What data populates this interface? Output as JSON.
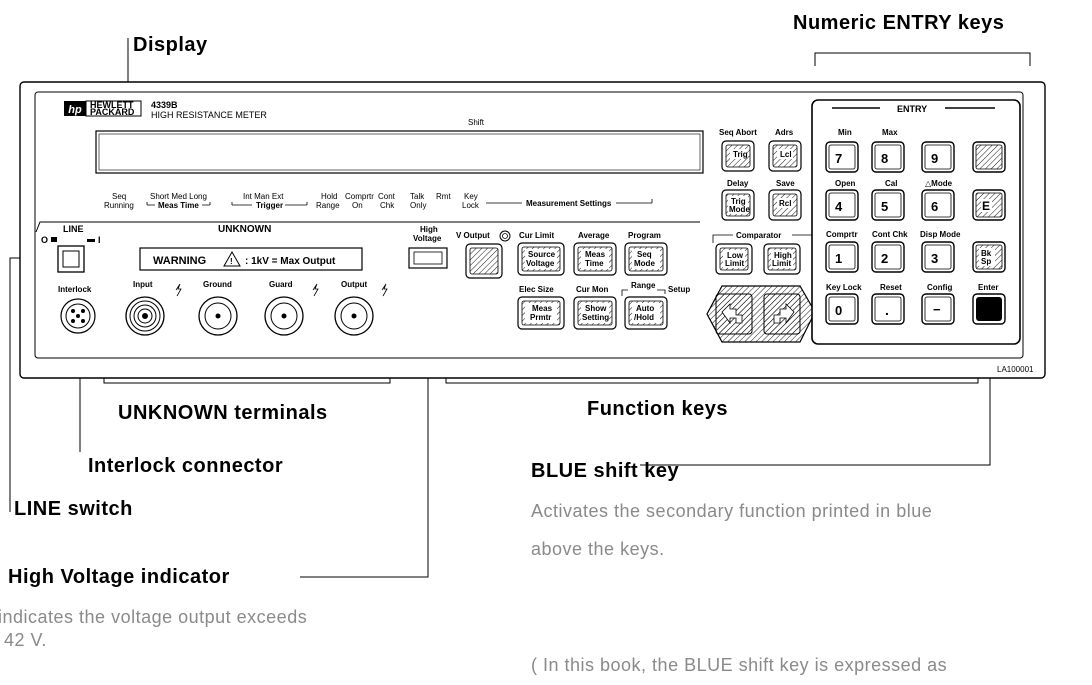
{
  "callouts": {
    "display": "Display",
    "numeric_entry": "Numeric ENTRY keys",
    "unknown_terminals": "UNKNOWN terminals",
    "function_keys": "Function keys",
    "interlock": "Interlock connector",
    "line_switch": "LINE switch",
    "blue_shift": "BLUE shift key",
    "blue_shift_desc1": "Activates the secondary function printed in blue",
    "blue_shift_desc2": "above the keys.",
    "hv_indicator": "High Voltage indicator",
    "hv_desc1": "indicates the voltage output exceeds",
    "hv_desc2": "42 V.",
    "footnote": "( In this book, the BLUE shift key is expressed as"
  },
  "panel": {
    "logo": "hp",
    "brand_line1": "HEWLETT",
    "brand_line2": "PACKARD",
    "model": "4339B",
    "model_name": "HIGH RESISTANCE METER",
    "shift": "Shift",
    "ann_seq": "Seq",
    "ann_running": "Running",
    "ann_smlong": "Short Med Long",
    "ann_meastime": "Meas Time",
    "ann_intmanext": "Int  Man Ext",
    "ann_trigger": "Trigger",
    "ann_hold": "Hold",
    "ann_range": "Range",
    "ann_comprtr": "Comprtr",
    "ann_on": "On",
    "ann_cont": "Cont",
    "ann_chk": "Chk",
    "ann_talk": "Talk",
    "ann_only": "Only",
    "ann_rmt": "Rmt",
    "ann_key": "Key",
    "ann_lock": "Lock",
    "ann_meas_settings": "Measurement Settings",
    "line": "LINE",
    "line_o": "O",
    "line_i": "I",
    "unknown": "UNKNOWN",
    "warning": "WARNING",
    "warning_text": ": 1kV = Max Output",
    "interlock": "Interlock",
    "input": "Input",
    "ground": "Ground",
    "guard": "Guard",
    "output": "Output",
    "high_voltage1": "High",
    "high_voltage2": "Voltage",
    "v_output": "V Output",
    "seq_abort": "Seq Abort",
    "adrs": "Adrs",
    "trig": "Trig",
    "lcl": "Lcl",
    "delay": "Delay",
    "save": "Save",
    "trig_mode1": "Trig",
    "trig_mode2": "Mode",
    "rcl": "Rcl",
    "cur_limit": "Cur Limit",
    "average": "Average",
    "program": "Program",
    "source1": "Source",
    "source2": "Voltage",
    "meas_time1": "Meas",
    "meas_time2": "Time",
    "seq_mode1": "Seq",
    "seq_mode2": "Mode",
    "comparator": "Comparator",
    "low1": "Low",
    "low2": "Limit",
    "high1": "High",
    "high2": "Limit",
    "elec_size": "Elec Size",
    "cur_mon": "Cur Mon",
    "range": "Range",
    "setup": "Setup",
    "meas_prmtr1": "Meas",
    "meas_prmtr2": "Prmtr",
    "show1": "Show",
    "show2": "Setting",
    "auto1": "Auto",
    "auto2": "/Hold",
    "entry": "ENTRY",
    "min": "Min",
    "max": "Max",
    "k7": "7",
    "k8": "8",
    "k9": "9",
    "open": "Open",
    "cal": "Cal",
    "dmode": "△Mode",
    "k4": "4",
    "k5": "5",
    "k6": "6",
    "ke": "E",
    "comprtr": "Comprtr",
    "cont_chk": "Cont Chk",
    "disp_mode": "Disp Mode",
    "k1": "1",
    "k2": "2",
    "k3": "3",
    "bksp1": "Bk",
    "bksp2": "Sp",
    "key_lock": "Key Lock",
    "reset": "Reset",
    "config": "Config",
    "enter": "Enter",
    "k0": "0",
    "kdot": ".",
    "kminus": "−",
    "la_code": "LA100001"
  }
}
